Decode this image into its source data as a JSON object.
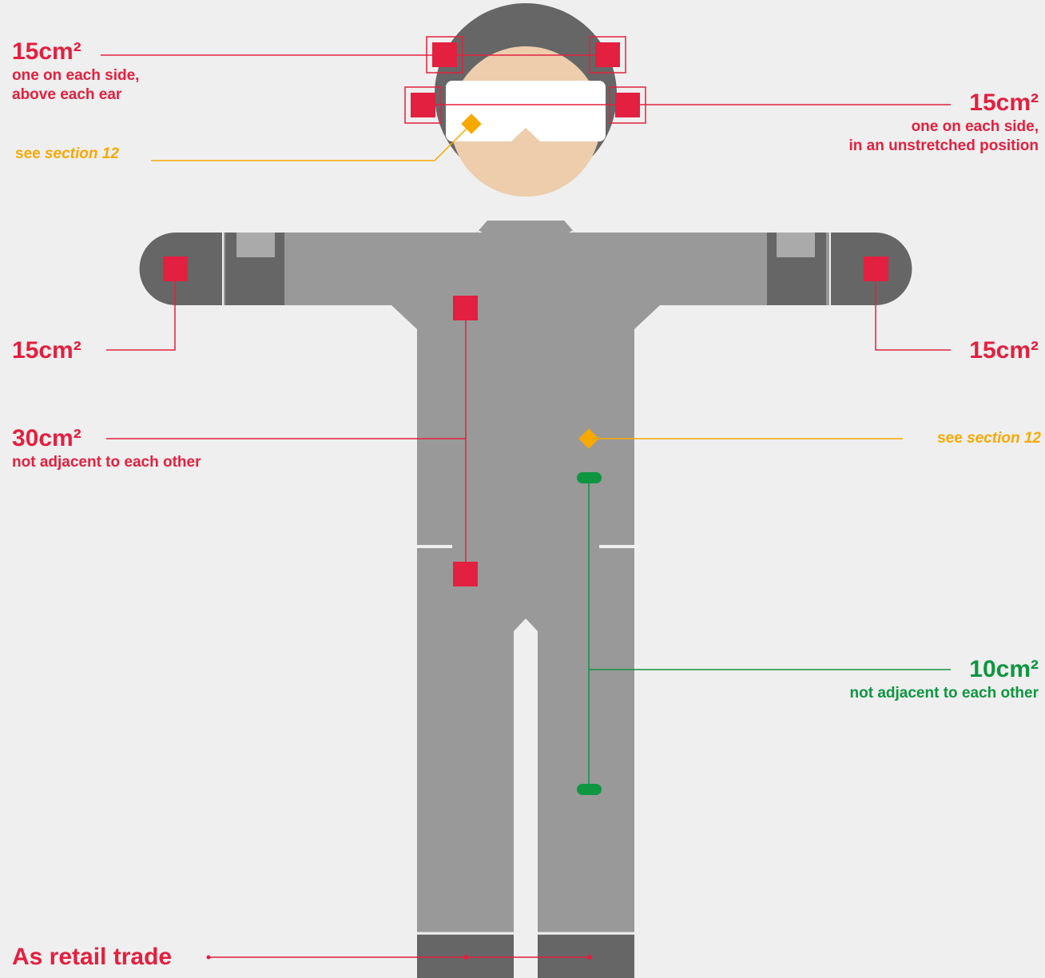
{
  "colors": {
    "background": "#efefef",
    "suit": "#999999",
    "suit_dark": "#666666",
    "suit_panel": "#aaaaaa",
    "skin": "#edcdac",
    "visor": "#ffffff",
    "marker_red": "#e3203f",
    "marker_green": "#0e9640",
    "marker_amber": "#f7a900"
  },
  "annotations": {
    "head_side": {
      "size": "15cm²",
      "line1": "one on each side,",
      "line2": "above each ear"
    },
    "visor_strap": {
      "size": "15cm²",
      "line1": "one on each side,",
      "line2": "in an unstretched position"
    },
    "visor_note": {
      "prefix": "see ",
      "ref": "section 12"
    },
    "left_arm": {
      "size": "15cm²"
    },
    "right_arm": {
      "size": "15cm²"
    },
    "front_torso": {
      "size": "30cm²",
      "note": "not adjacent to each other"
    },
    "chest_note": {
      "prefix": "see ",
      "ref": "section 12"
    },
    "leg_green": {
      "size": "10cm²",
      "note": "not adjacent to each other"
    },
    "boots": {
      "text": "As retail trade"
    }
  }
}
